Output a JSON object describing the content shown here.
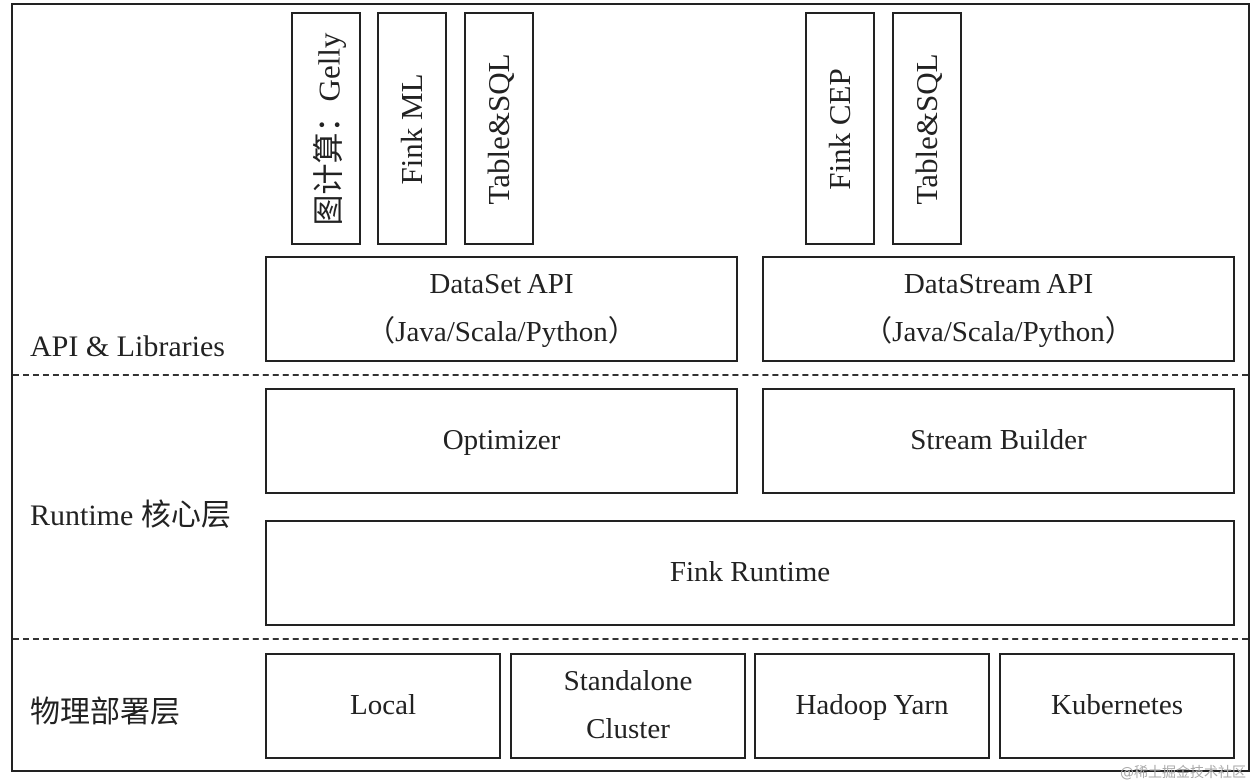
{
  "layers": {
    "api": "API & Libraries",
    "runtime": "Runtime 核心层",
    "deploy": "物理部署层"
  },
  "libraries": {
    "gelly": "图计算：Gelly",
    "ml": "Fink ML",
    "table_sql_batch": "Table&SQL",
    "cep": "Fink CEP",
    "table_sql_stream": "Table&SQL"
  },
  "apis": {
    "dataset": {
      "line1": "DataSet API",
      "line2": "（Java/Scala/Python）"
    },
    "datastream": {
      "line1": "DataStream API",
      "line2": "（Java/Scala/Python）"
    }
  },
  "runtime": {
    "optimizer": "Optimizer",
    "stream_builder": "Stream Builder",
    "fink_runtime": "Fink Runtime"
  },
  "deploy": {
    "local": "Local",
    "standalone_line1": "Standalone",
    "standalone_line2": "Cluster",
    "yarn": "Hadoop Yarn",
    "kubernetes": "Kubernetes"
  },
  "watermark": "@稀土掘金技术社区"
}
